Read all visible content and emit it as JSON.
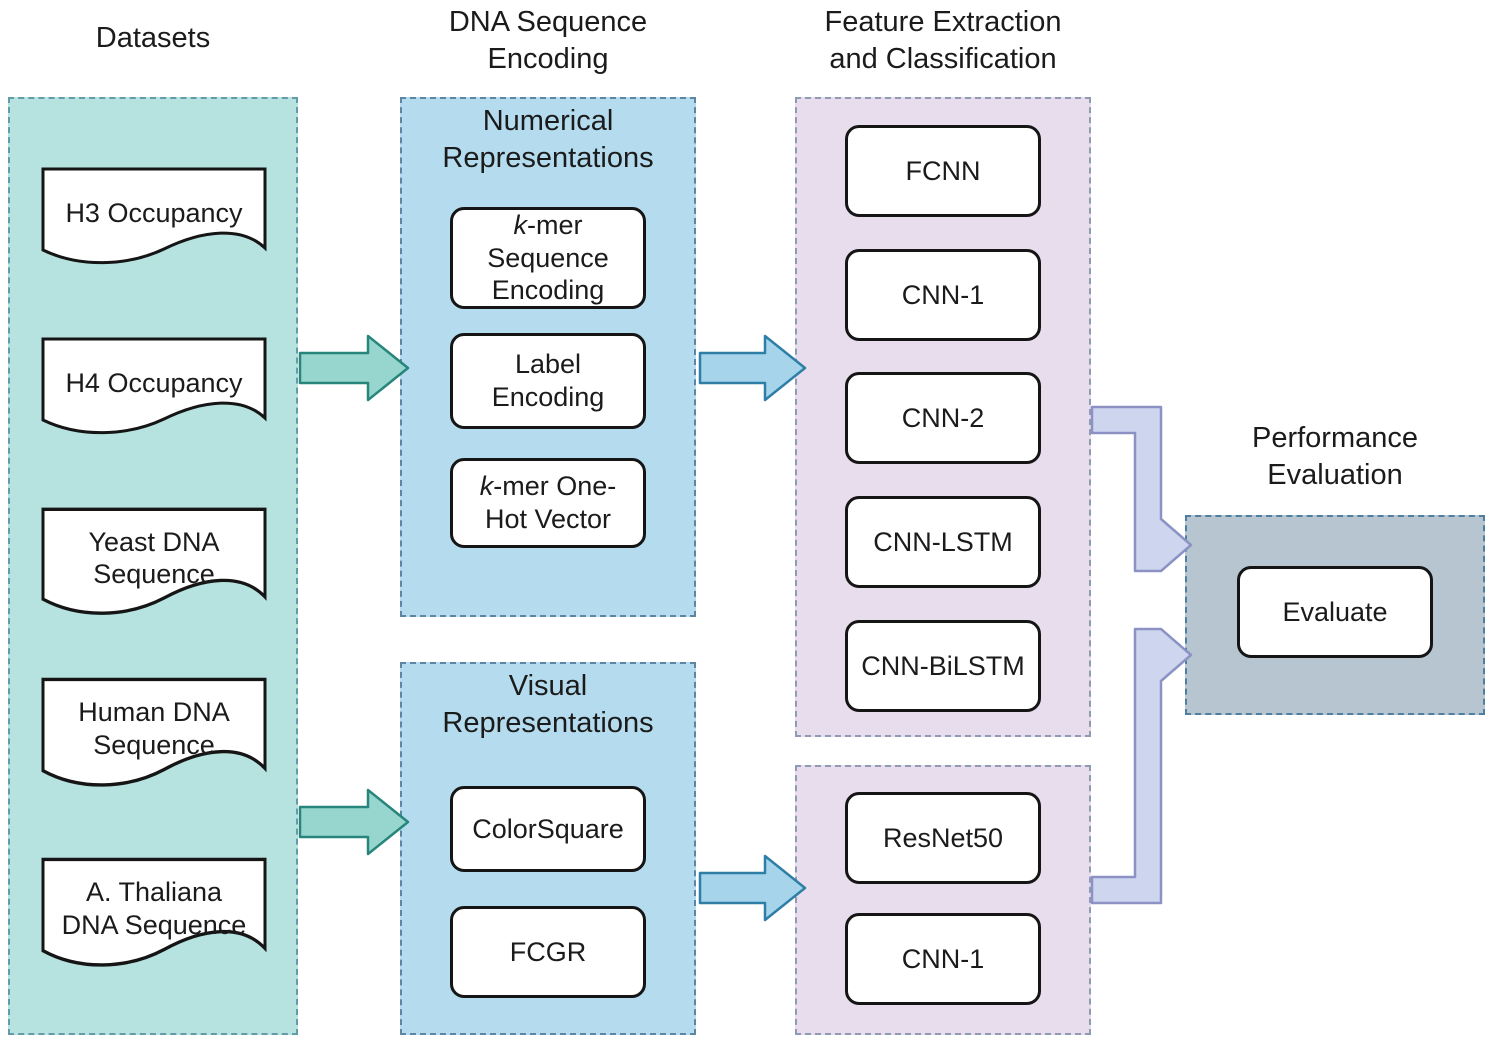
{
  "datasets": {
    "title": "Datasets",
    "items": [
      "H3 Occupancy",
      "H4 Occupancy",
      "Yeast DNA Sequence",
      "Human DNA Sequence",
      "A. Thaliana DNA Sequence"
    ]
  },
  "encoding": {
    "title_lines": [
      "DNA Sequence",
      "Encoding"
    ],
    "numerical": {
      "title_lines": [
        "Numerical",
        "Representations"
      ],
      "items": [
        {
          "italic": "k",
          "text": "-mer Sequence Encoding"
        },
        {
          "italic": "",
          "text": "Label Encoding"
        },
        {
          "italic": "k",
          "text": "-mer One-Hot Vector"
        }
      ]
    },
    "visual": {
      "title_lines": [
        "Visual",
        "Representations"
      ],
      "items": [
        {
          "italic": "",
          "text": "ColorSquare"
        },
        {
          "italic": "",
          "text": "FCGR"
        }
      ]
    }
  },
  "classification": {
    "title_lines": [
      "Feature Extraction",
      "and Classification"
    ],
    "numerical_models": [
      "FCNN",
      "CNN-1",
      "CNN-2",
      "CNN-LSTM",
      "CNN-BiLSTM"
    ],
    "visual_models": [
      "ResNet50",
      "CNN-1"
    ]
  },
  "evaluation": {
    "title_lines": [
      "Performance",
      "Evaluation"
    ],
    "action": "Evaluate"
  },
  "colors": {
    "datasets_panel": "#b6e3e0",
    "encoding_panel": "#b4dcee",
    "classification_panel": "#e7ddec",
    "evaluation_panel": "#b6c5cf",
    "node_fill": "#ffffff",
    "node_border": "#151515",
    "teal_arrow": "#97d6cf",
    "teal_arrow_border": "#27857c",
    "blue_arrow": "#a6d5eb",
    "blue_arrow_border": "#2e7ea6",
    "purple_arrow": "#ced5ee",
    "purple_arrow_border": "#8c93c4"
  }
}
